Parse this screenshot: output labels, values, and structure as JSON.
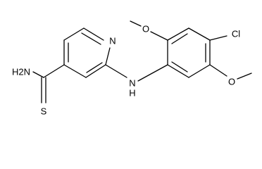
{
  "structure": {
    "atoms": {
      "n_ring": "N",
      "nh_amine": "N",
      "h_amine": "H",
      "h2n": "H2N",
      "s_thioamide": "S",
      "o_upper": "O",
      "o_lower": "O",
      "cl": "Cl"
    }
  },
  "colors": {
    "bond": "#000000",
    "text": "#000000",
    "background": "#ffffff"
  }
}
